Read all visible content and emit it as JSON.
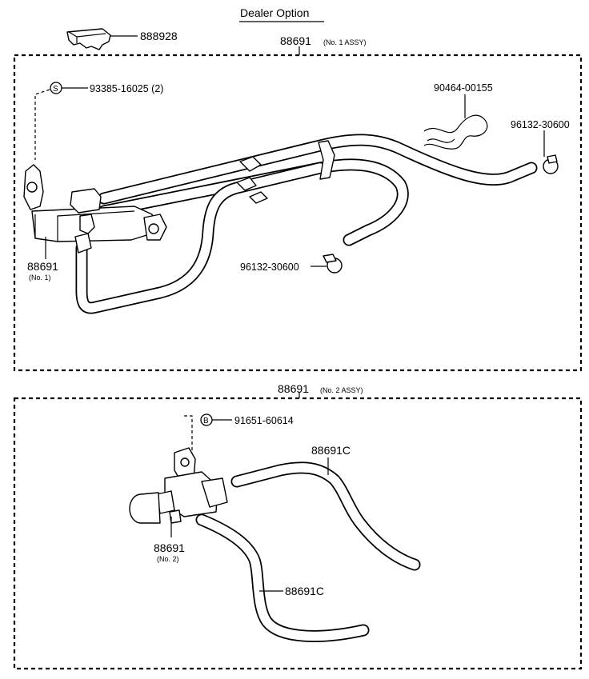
{
  "header": {
    "title": "Dealer Option"
  },
  "top_part": {
    "number": "888928"
  },
  "assy1": {
    "number": "88691",
    "qualifier": "(No. 1 ASSY)",
    "callouts": {
      "screw": {
        "symbol": "S",
        "text": "93385-16025 (2)"
      },
      "clamp_wire": "90464-00155",
      "clamp_right": "96132-30600",
      "clamp_mid": "96132-30600",
      "valve_number": "88691",
      "valve_sub": "(No. 1)"
    }
  },
  "assy2": {
    "number": "88691",
    "qualifier": "(No. 2 ASSY)",
    "callouts": {
      "bolt": {
        "symbol": "B",
        "text": "91651-60614"
      },
      "hose_upper": "88691C",
      "hose_lower": "88691C",
      "valve_number": "88691",
      "valve_sub": "(No. 2)"
    }
  }
}
